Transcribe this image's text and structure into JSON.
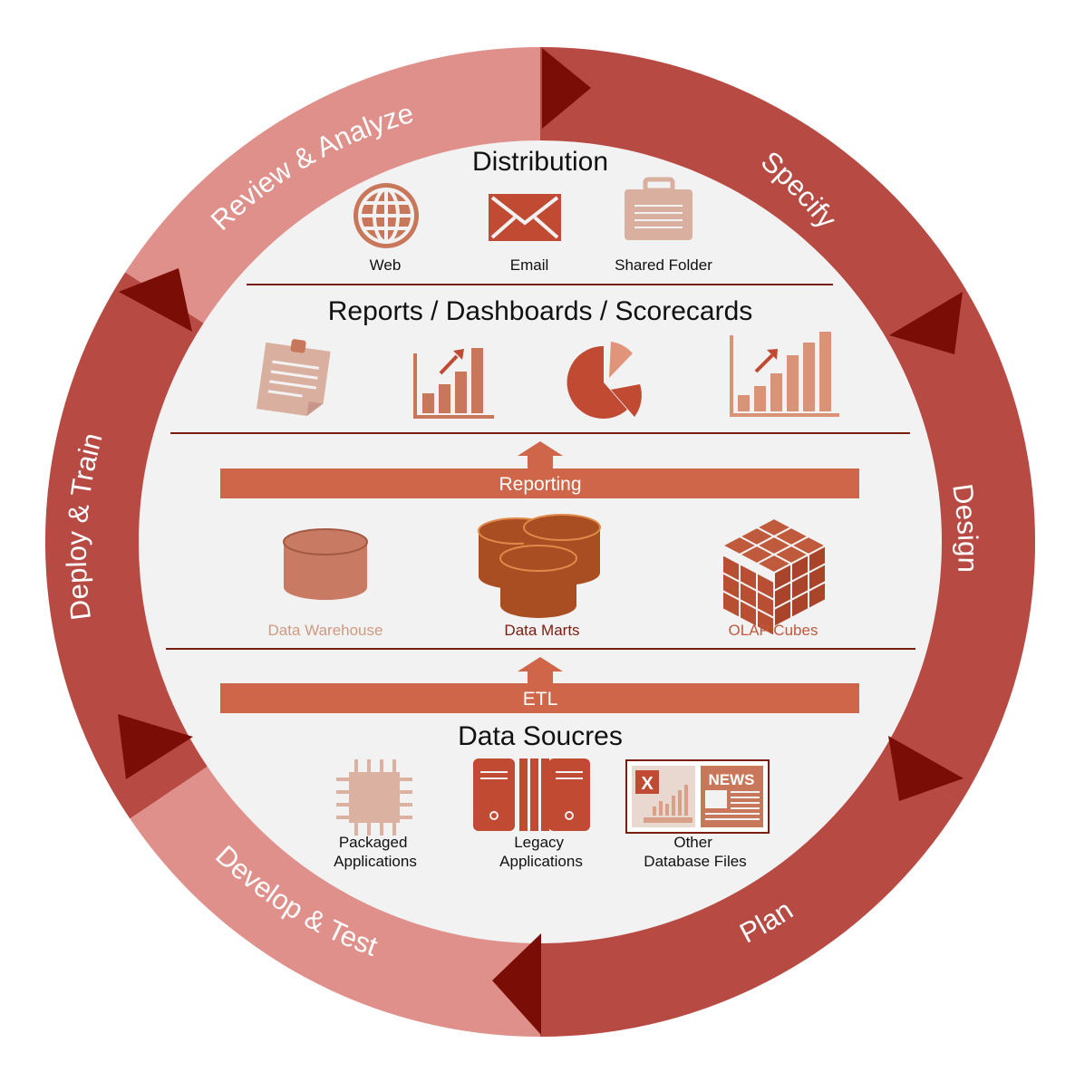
{
  "cycle": {
    "stages": [
      {
        "id": "specify",
        "label": "Specify"
      },
      {
        "id": "design",
        "label": "Design"
      },
      {
        "id": "plan",
        "label": "Plan"
      },
      {
        "id": "develop-test",
        "label": "Develop & Test"
      },
      {
        "id": "deploy-train",
        "label": "Deploy & Train"
      },
      {
        "id": "review-analyze",
        "label": "Review & Analyze"
      }
    ],
    "colors": {
      "dark": "#b84a44",
      "light": "#e0908b",
      "arrow": "#7a0e06"
    }
  },
  "distribution": {
    "title": "Distribution",
    "channels": [
      {
        "label": "Web",
        "icon": "globe-icon"
      },
      {
        "label": "Email",
        "icon": "envelope-icon"
      },
      {
        "label": "Shared Folder",
        "icon": "briefcase-icon"
      }
    ]
  },
  "reports": {
    "title": "Reports / Dashboards / Scorecards",
    "icons": [
      "document-icon",
      "bar-chart-up-icon",
      "pie-chart-icon",
      "bar-chart-growth-icon"
    ]
  },
  "reporting_bar": {
    "label": "Reporting"
  },
  "stores": [
    {
      "label": "Data Warehouse",
      "icon": "database-icon",
      "color": "#d09a80"
    },
    {
      "label": "Data Marts",
      "icon": "stacked-databases-icon",
      "color": "#7a1e10"
    },
    {
      "label": "OLAP Cubes",
      "icon": "cube-icon",
      "color": "#c05a3c"
    }
  ],
  "etl_bar": {
    "label": "ETL"
  },
  "sources": {
    "title": "Data Soucres",
    "items": [
      {
        "line1": "Packaged",
        "line2": "Applications",
        "icon": "chip-icon"
      },
      {
        "line1": "Legacy",
        "line2": "Applications",
        "icon": "server-icon"
      },
      {
        "line1": "Other",
        "line2": "Database Files",
        "icon": "news-files-icon"
      }
    ],
    "news_badge": "NEWS"
  },
  "accent_colors": {
    "bar": "#cf6649",
    "divider": "#7a1e10",
    "inner_bg": "#f2f2f2"
  }
}
